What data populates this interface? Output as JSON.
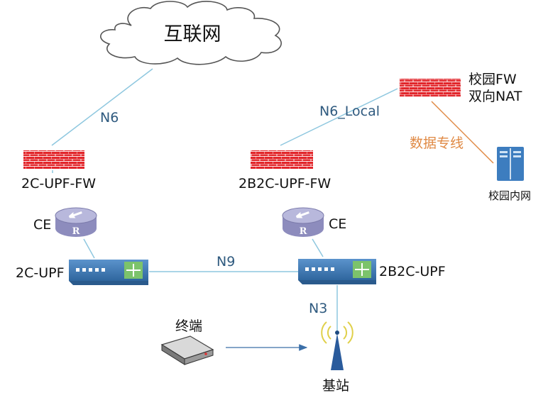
{
  "colors": {
    "link": "#8ec7df",
    "dedicated_line": "#e08a45",
    "firewall": "#e2262b",
    "router_body": "#9a99c4",
    "switch_body": "#3f79b3",
    "server": "#3d7dbf",
    "arrow": "#3b6fa8",
    "link_label": "#2f5a7f"
  },
  "nodes": {
    "internet": {
      "label": "互联网",
      "icon": "cloud-icon"
    },
    "fw_2c": {
      "label": "2C-UPF-FW",
      "icon": "firewall-icon"
    },
    "fw_2b2c": {
      "label": "2B2C-UPF-FW",
      "icon": "firewall-icon"
    },
    "fw_campus": {
      "label_line1": "校园FW",
      "label_line2": "双向NAT",
      "icon": "firewall-icon"
    },
    "campus_lan": {
      "label": "校园内网",
      "icon": "server-icon"
    },
    "ce_left": {
      "label": "CE",
      "icon": "router-icon"
    },
    "ce_right": {
      "label": "CE",
      "icon": "router-icon"
    },
    "upf_2c": {
      "label": "2C-UPF",
      "icon": "switch-icon"
    },
    "upf_2b2c": {
      "label": "2B2C-UPF",
      "icon": "switch-icon"
    },
    "terminal": {
      "label": "终端",
      "icon": "device-icon"
    },
    "base_station": {
      "label": "基站",
      "icon": "antenna-icon"
    }
  },
  "links": {
    "n6": "N6",
    "n6_local": "N6_Local",
    "dedicated": "数据专线",
    "n9": "N9",
    "n3": "N3"
  }
}
